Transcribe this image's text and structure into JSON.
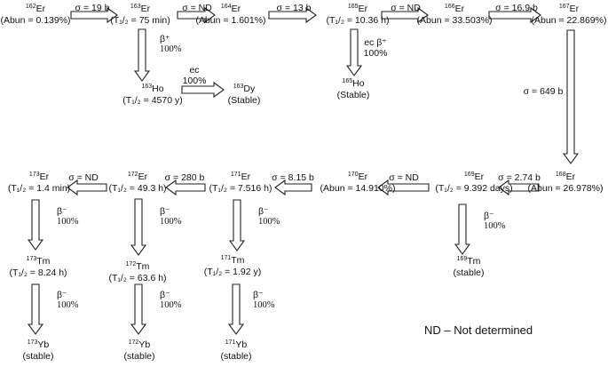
{
  "nuclides": [
    {
      "id": "er162",
      "mass": "162",
      "sym": "Er",
      "info": "(Abun = 0.139%)"
    },
    {
      "id": "er163",
      "mass": "163",
      "sym": "Er",
      "info": "(T₁/₂ = 75 min)"
    },
    {
      "id": "er164",
      "mass": "164",
      "sym": "Er",
      "info": "(Abun = 1.601%)"
    },
    {
      "id": "er165",
      "mass": "165",
      "sym": "Er",
      "info": "(T₁/₂ = 10.36 h)"
    },
    {
      "id": "er166",
      "mass": "166",
      "sym": "Er",
      "info": "(Abun = 33.503%)"
    },
    {
      "id": "er167",
      "mass": "167",
      "sym": "Er",
      "info": "(Abun = 22.869%)"
    },
    {
      "id": "ho163",
      "mass": "163",
      "sym": "Ho",
      "info": "(T₁/₂ = 4570 y)"
    },
    {
      "id": "dy163",
      "mass": "163",
      "sym": "Dy",
      "info": "(Stable)"
    },
    {
      "id": "ho165",
      "mass": "165",
      "sym": "Ho",
      "info": "(Stable)"
    },
    {
      "id": "er168",
      "mass": "168",
      "sym": "Er",
      "info": "(Abun = 26.978%)"
    },
    {
      "id": "er169",
      "mass": "169",
      "sym": "Er",
      "info": "(T₁/₂ = 9.392 days)"
    },
    {
      "id": "er170",
      "mass": "170",
      "sym": "Er",
      "info": "(Abun = 14.910%)"
    },
    {
      "id": "er171",
      "mass": "171",
      "sym": "Er",
      "info": "(T₁/₂ = 7.516 h)"
    },
    {
      "id": "er172",
      "mass": "172",
      "sym": "Er",
      "info": "(T₁/₂ = 49.3 h)"
    },
    {
      "id": "er173",
      "mass": "173",
      "sym": "Er",
      "info": "(T₁/₂ = 1.4 min)"
    },
    {
      "id": "tm169",
      "mass": "169",
      "sym": "Tm",
      "info": "(stable)"
    },
    {
      "id": "tm171",
      "mass": "171",
      "sym": "Tm",
      "info": "(T₁/₂ = 1.92 y)"
    },
    {
      "id": "tm172",
      "mass": "172",
      "sym": "Tm",
      "info": "(T₁/₂ = 63.6 h)"
    },
    {
      "id": "tm173",
      "mass": "173",
      "sym": "Tm",
      "info": "(T₁/₂ = 8.24 h)"
    },
    {
      "id": "yb171",
      "mass": "171",
      "sym": "Yb",
      "info": "(stable)"
    },
    {
      "id": "yb172",
      "mass": "172",
      "sym": "Yb",
      "info": "(stable)"
    },
    {
      "id": "yb173",
      "mass": "173",
      "sym": "Yb",
      "info": "(stable)"
    }
  ],
  "captures": [
    {
      "from": "er162",
      "to": "er163",
      "label": "σ = 19 b"
    },
    {
      "from": "er163",
      "to": "er164",
      "label": "σ = ND"
    },
    {
      "from": "er164",
      "to": "er165",
      "label": "σ = 13 b"
    },
    {
      "from": "er165",
      "to": "er166",
      "label": "σ = ND"
    },
    {
      "from": "er166",
      "to": "er167",
      "label": "σ = 16.9 b"
    },
    {
      "from": "er167",
      "to": "er168",
      "label": "σ = 649 b"
    },
    {
      "from": "er168",
      "to": "er169",
      "label": "σ = 2.74 b"
    },
    {
      "from": "er169",
      "to": "er170",
      "label": "σ = ND"
    },
    {
      "from": "er170",
      "to": "er171",
      "label": "σ = 8.15 b"
    },
    {
      "from": "er171",
      "to": "er172",
      "label": "σ = 280 b"
    },
    {
      "from": "er172",
      "to": "er173",
      "label": "σ = ND"
    }
  ],
  "decays": [
    {
      "from": "er163",
      "to": "ho163",
      "mode": "β⁺",
      "branch": "100%"
    },
    {
      "from": "ho163",
      "to": "dy163",
      "mode": "ec",
      "branch": "100%"
    },
    {
      "from": "er165",
      "to": "ho165",
      "mode": "ec β⁺",
      "branch": "100%"
    },
    {
      "from": "er169",
      "to": "tm169",
      "mode": "β⁻",
      "branch": "100%"
    },
    {
      "from": "er171",
      "to": "tm171",
      "mode": "β⁻",
      "branch": "100%"
    },
    {
      "from": "er172",
      "to": "tm172",
      "mode": "β⁻",
      "branch": "100%"
    },
    {
      "from": "er173",
      "to": "tm173",
      "mode": "β⁻",
      "branch": "100%"
    },
    {
      "from": "tm171",
      "to": "yb171",
      "mode": "β⁻",
      "branch": "100%"
    },
    {
      "from": "tm172",
      "to": "yb172",
      "mode": "β⁻",
      "branch": "100%"
    },
    {
      "from": "tm173",
      "to": "yb173",
      "mode": "β⁻",
      "branch": "100%"
    }
  ],
  "legend": "ND – Not determined"
}
